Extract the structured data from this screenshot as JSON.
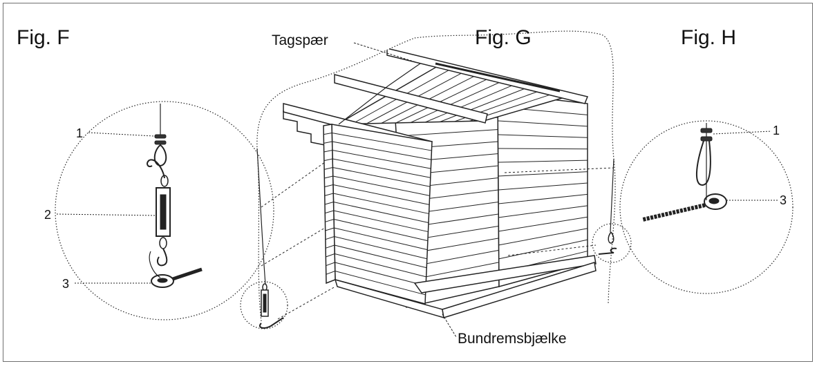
{
  "figures": {
    "f": {
      "label": "Fig. F",
      "callouts": [
        "1",
        "2",
        "3"
      ]
    },
    "g": {
      "label": "Fig. G",
      "parts": {
        "rafter": "Tagspær",
        "sill_beam": "Bundremsbjælke"
      }
    },
    "h": {
      "label": "Fig. H",
      "callouts": [
        "1",
        "3"
      ]
    }
  }
}
